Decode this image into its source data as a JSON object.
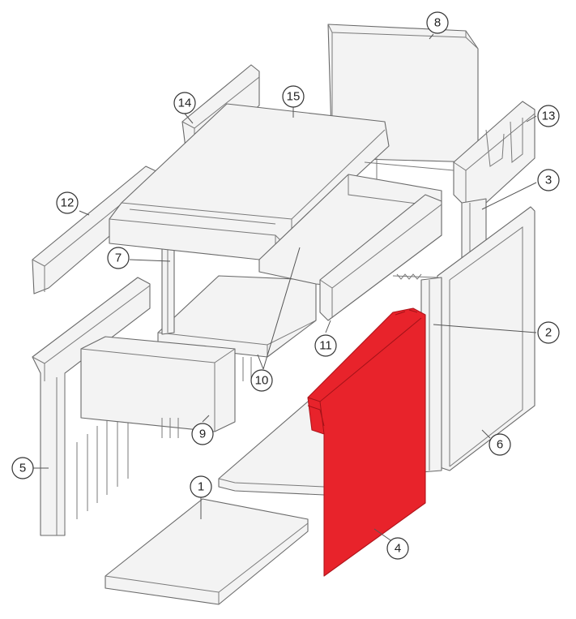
{
  "highlight_color": "#e8232b",
  "callouts": {
    "c1": "1",
    "c2": "2",
    "c3": "3",
    "c4": "4",
    "c5": "5",
    "c6": "6",
    "c7": "7",
    "c8": "8",
    "c9": "9",
    "c10": "10",
    "c11": "11",
    "c12": "12",
    "c13": "13",
    "c14": "14",
    "c15": "15"
  }
}
